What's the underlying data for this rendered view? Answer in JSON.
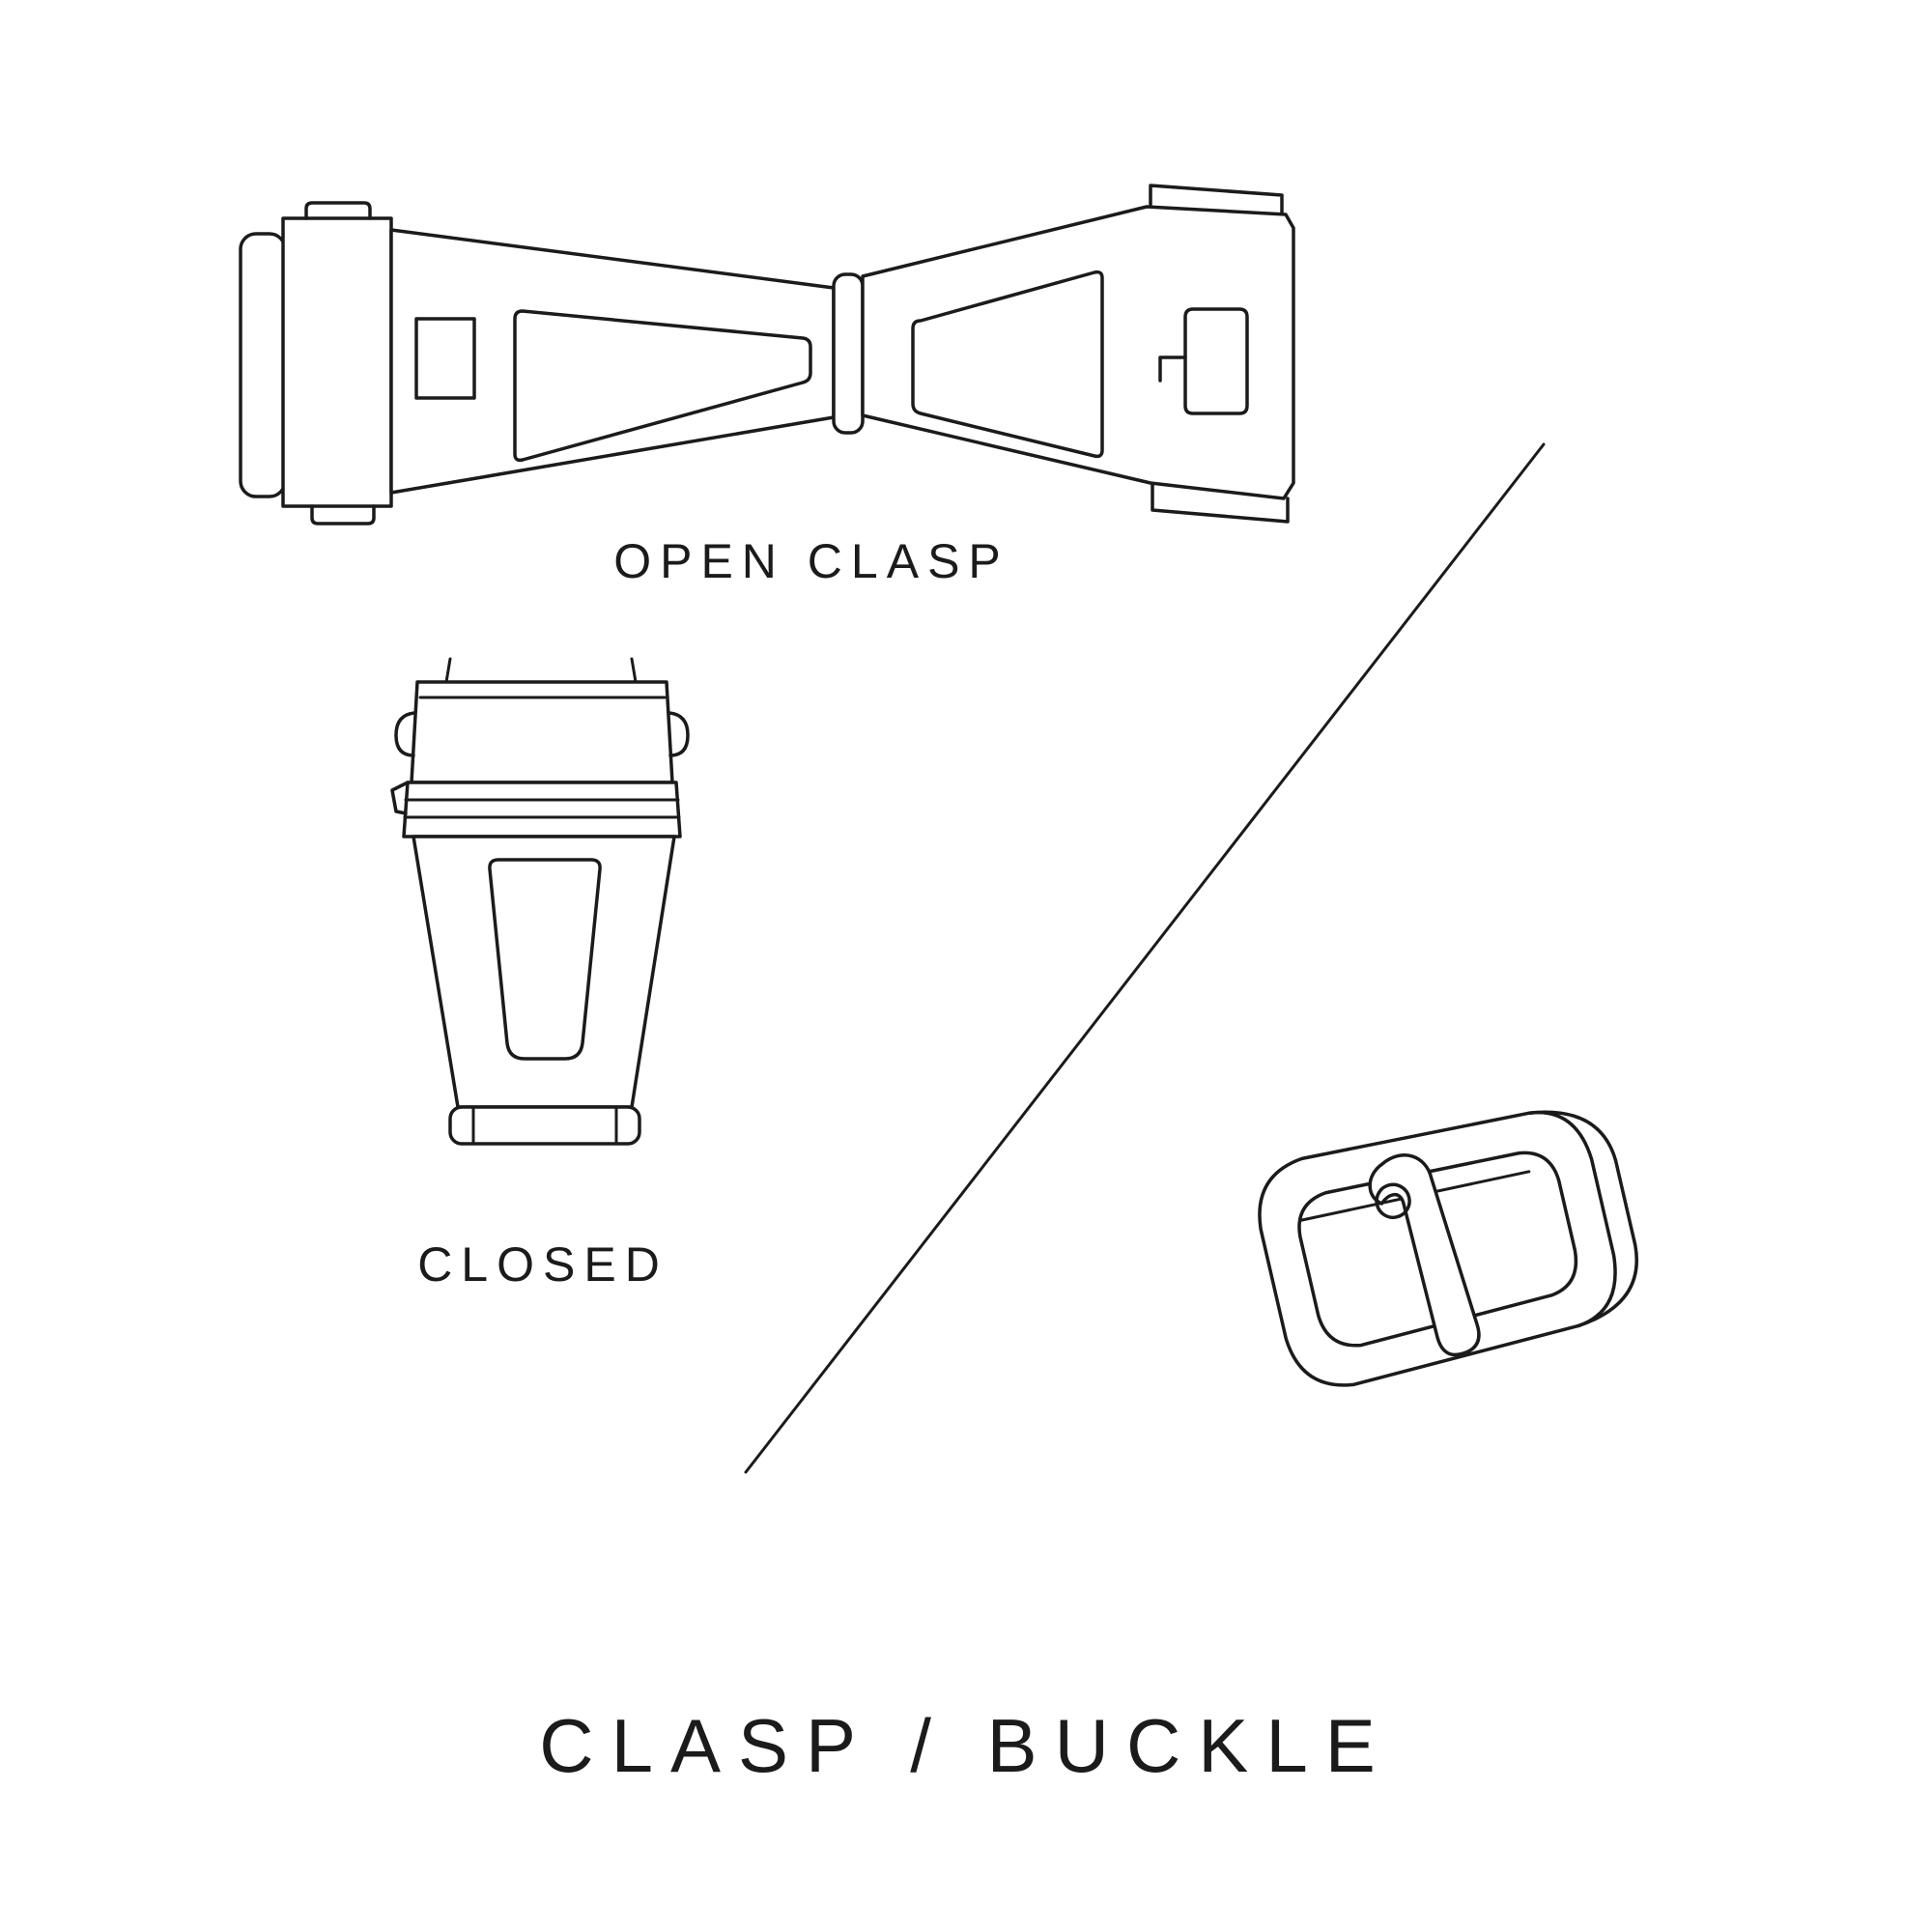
{
  "colors": {
    "background": "#ffffff",
    "ink": "#1b1b1b"
  },
  "labels": {
    "open_clasp": "OPEN CLASP",
    "closed": "CLOSED",
    "title": "CLASP / BUCKLE"
  }
}
